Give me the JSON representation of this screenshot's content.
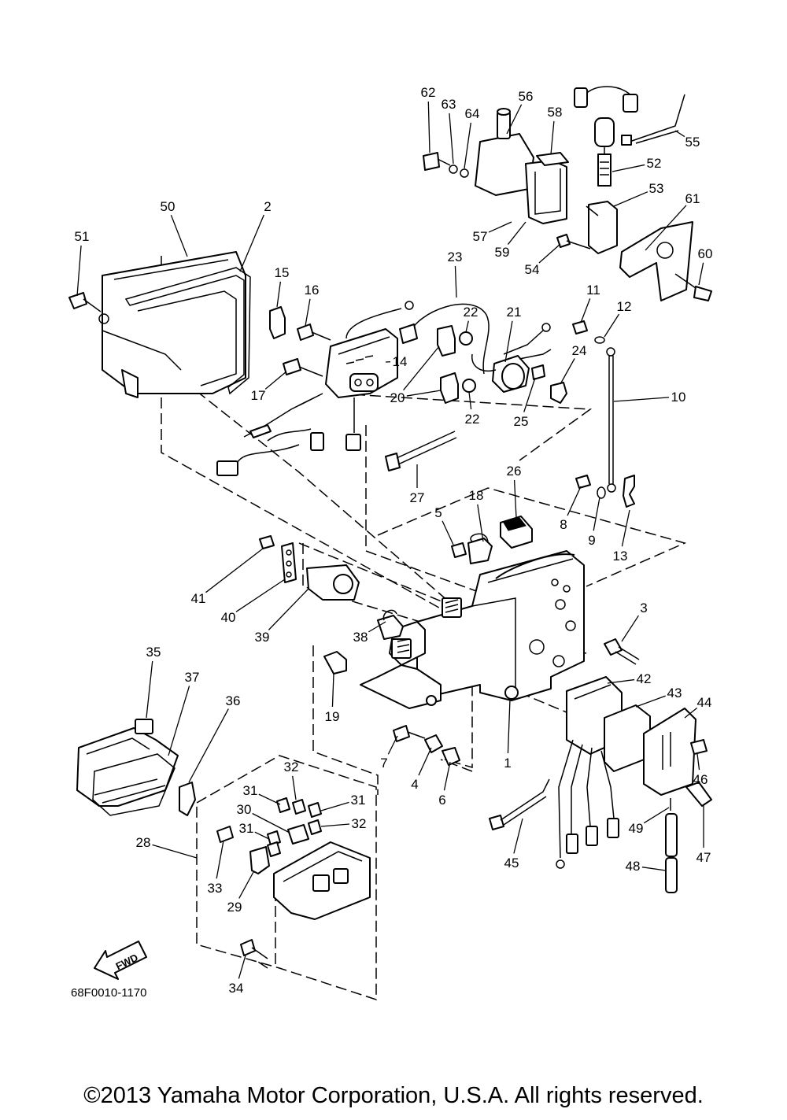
{
  "diagram": {
    "callouts": [
      "1",
      "2",
      "3",
      "4",
      "5",
      "6",
      "7",
      "8",
      "9",
      "10",
      "11",
      "12",
      "13",
      "14",
      "15",
      "16",
      "17",
      "18",
      "19",
      "20",
      "21",
      "22",
      "23",
      "24",
      "25",
      "26",
      "27",
      "28",
      "29",
      "30",
      "31",
      "32",
      "33",
      "34",
      "35",
      "36",
      "37",
      "38",
      "39",
      "40",
      "41",
      "42",
      "43",
      "44",
      "45",
      "46",
      "47",
      "48",
      "49",
      "50",
      "51",
      "52",
      "53",
      "54",
      "55",
      "56",
      "57",
      "58",
      "59",
      "60",
      "61",
      "62",
      "63",
      "64"
    ],
    "fwd_label": "FWD",
    "drawing_code": "68F0010-1170"
  },
  "footer": {
    "copyright": "©2013 Yamaha Motor Corporation, U.S.A. All rights reserved."
  }
}
